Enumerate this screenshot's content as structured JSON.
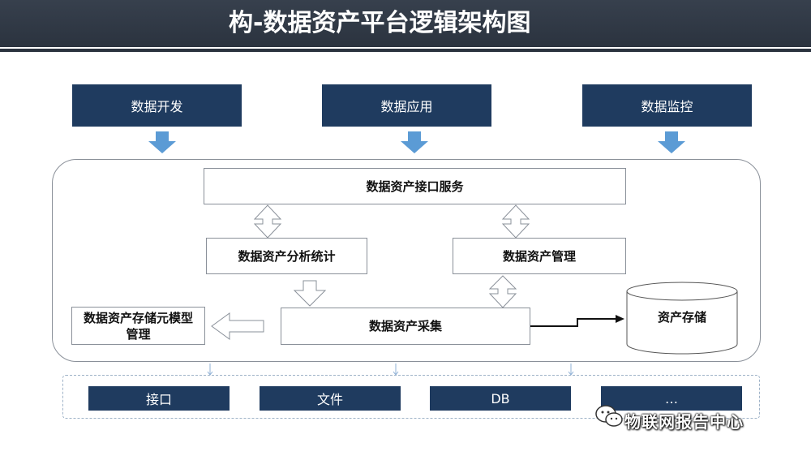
{
  "header": {
    "title": "构-数据资产平台逻辑架构图"
  },
  "consumers": [
    "数据开发",
    "数据应用",
    "数据监控"
  ],
  "platform": {
    "interface_service": "数据资产接口服务",
    "analysis": "数据资产分析统计",
    "management": "数据资产管理",
    "metadata_model": "数据资产存储元模型管理",
    "collection": "数据资产采集",
    "storage": "资产存储"
  },
  "sources": [
    "接口",
    "文件",
    "DB",
    "…"
  ],
  "watermark": {
    "icon": "wechat-icon",
    "text": "物联网报告中心"
  },
  "colors": {
    "header_bg": "#2b333f",
    "box_navy": "#1f3b5f",
    "arrow_blue": "#5b9bd5"
  }
}
